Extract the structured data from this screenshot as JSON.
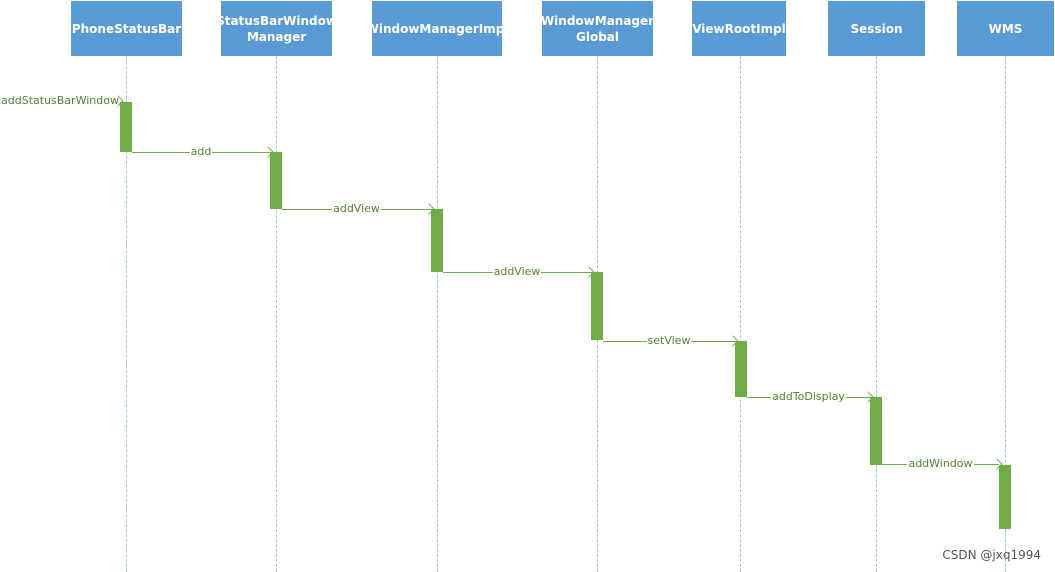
{
  "participants": [
    {
      "label": "PhoneStatusBar"
    },
    {
      "label": "StatusBarWindow\nManager"
    },
    {
      "label": "WindowManagerImpl"
    },
    {
      "label": "WindowManager\nGlobal"
    },
    {
      "label": "ViewRootImpl"
    },
    {
      "label": "Session"
    },
    {
      "label": "WMS"
    }
  ],
  "messages": [
    {
      "label": "addStatusBarWindow"
    },
    {
      "label": "add"
    },
    {
      "label": "addView"
    },
    {
      "label": "addView"
    },
    {
      "label": "setView"
    },
    {
      "label": "addToDisplay"
    },
    {
      "label": "addWindow"
    }
  ],
  "watermark": "CSDN @jxq1994",
  "colors": {
    "participant_fill": "#5b9bd5",
    "activation": "#70ad47",
    "message_line": "#70ad47",
    "lifeline": "#9dc3e6"
  }
}
